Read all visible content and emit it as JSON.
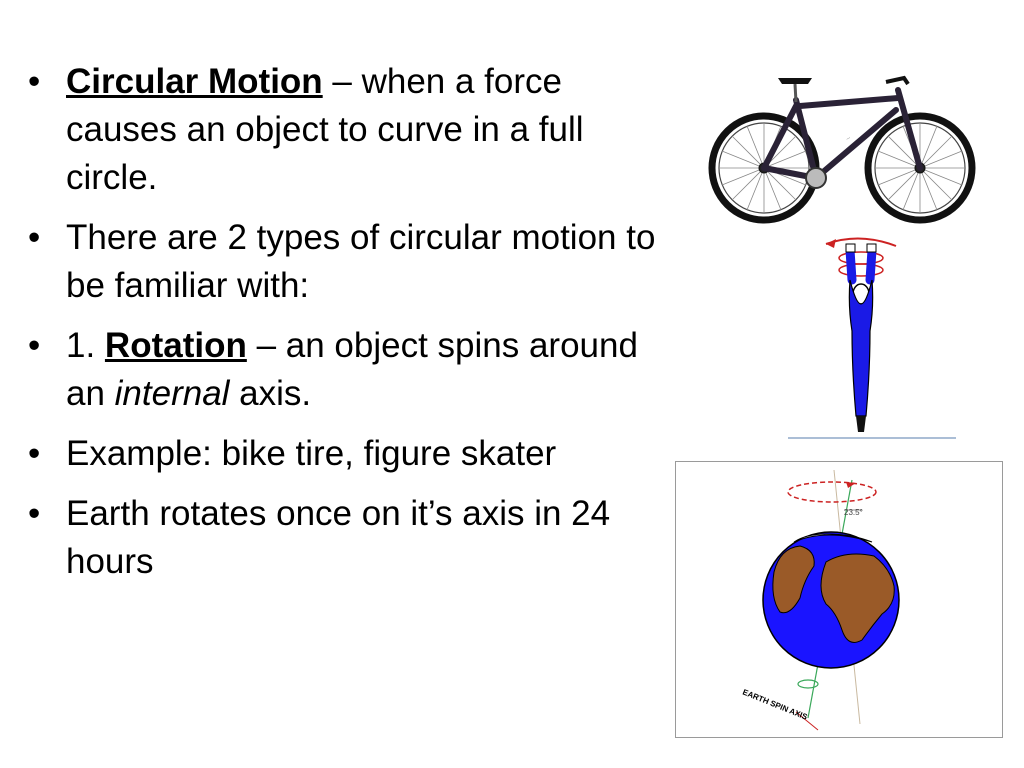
{
  "bullets": [
    {
      "term": "Circular Motion",
      "after": " – when a force causes an object to curve in a full circle."
    },
    {
      "text": "There are 2 types of circular motion to be familiar with:"
    },
    {
      "prefix": "1. ",
      "term": "Rotation",
      "after": " – an object spins around an ",
      "em": "internal",
      "after2": " axis."
    },
    {
      "text": "Example: bike tire, figure skater"
    },
    {
      "text": "Earth rotates once on it’s axis in 24 hours"
    }
  ],
  "bullet_glyph": "•",
  "earth_figure": {
    "tilt_label": "23.5°",
    "axis_label": "EARTH SPIN AXIS"
  },
  "images": {
    "bike": "bicycle-photo",
    "skater": "figure-skater-spinning",
    "earth": "earth-rotation-diagram"
  },
  "colors": {
    "ocean": "#1a14ff",
    "land": "#9a5a28",
    "skater_suit": "#1a1ae6",
    "arrow_red": "#cc2222"
  }
}
